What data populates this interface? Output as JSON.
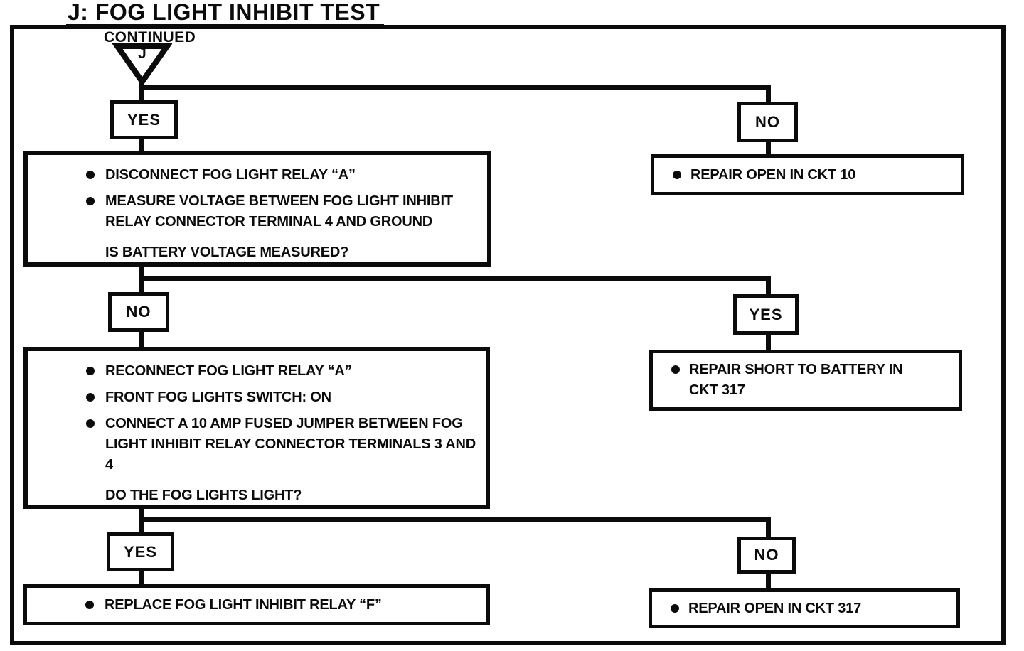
{
  "title": "J: FOG LIGHT INHIBIT TEST",
  "connector": {
    "label": "CONTINUED",
    "letter": "J"
  },
  "colors": {
    "ink": "#0b0b0b",
    "paper": "#ffffff"
  },
  "steps": [
    {
      "left_decision": "YES",
      "right_decision": "NO",
      "action": {
        "bullets": [
          "DISCONNECT FOG LIGHT RELAY “A”",
          "MEASURE VOLTAGE BETWEEN FOG LIGHT INHIBIT RELAY CONNECTOR TERMINAL 4 AND GROUND"
        ],
        "question": "IS BATTERY VOLTAGE MEASURED?"
      },
      "result": {
        "bullets": [
          "REPAIR OPEN IN CKT 10"
        ]
      }
    },
    {
      "left_decision": "NO",
      "right_decision": "YES",
      "action": {
        "bullets": [
          "RECONNECT FOG LIGHT RELAY “A”",
          "FRONT FOG LIGHTS SWITCH: ON",
          "CONNECT A 10 AMP FUSED JUMPER BETWEEN FOG LIGHT INHIBIT RELAY CONNECTOR TERMINALS 3 AND 4"
        ],
        "question": "DO THE FOG LIGHTS LIGHT?"
      },
      "result": {
        "bullets": [
          "REPAIR SHORT TO BATTERY IN CKT 317"
        ]
      }
    },
    {
      "left_decision": "YES",
      "right_decision": "NO",
      "action": {
        "bullets": [
          "REPLACE FOG LIGHT INHIBIT RELAY “F”"
        ]
      },
      "result": {
        "bullets": [
          "REPAIR OPEN IN CKT 317"
        ]
      }
    }
  ]
}
